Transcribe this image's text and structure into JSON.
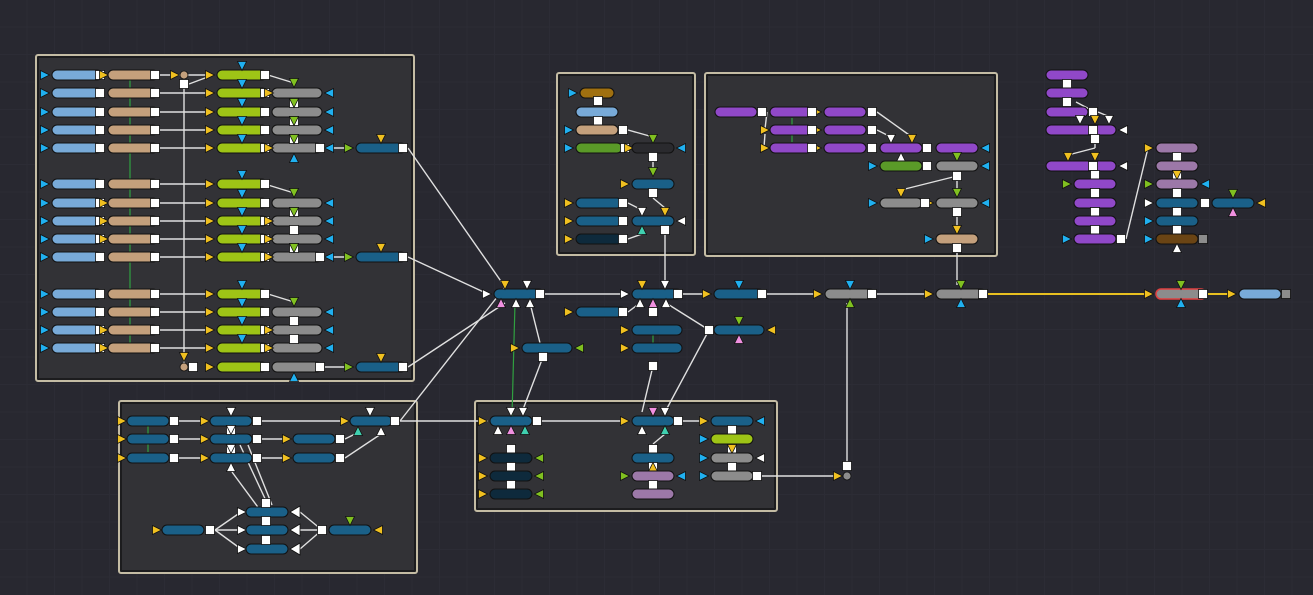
{
  "app": {
    "view": "flow-node-editor"
  },
  "colors": {
    "background": "#282830",
    "group_border": "#c4bca4",
    "group_fill": "#323236",
    "connection": "#e0e0e0",
    "main_pipe": "#e8c020",
    "selected_outline": "#e04040",
    "port_yellow": "#f0c020",
    "port_blue": "#20b0f0",
    "port_green": "#80c020",
    "port_pink": "#f090e0",
    "port_teal": "#40d0b0",
    "port_white": "#ffffff",
    "link_green": "#30a040"
  },
  "node_types": {
    "loader": "#78aad8",
    "tan": "#c4a07c",
    "lime": "#9ec416",
    "gray": "#8c8c8c",
    "blue": "#1a6088",
    "dark": "#0e2a3c",
    "purple": "#9048c8",
    "mauve": "#9c78a8",
    "green": "#5a9a28",
    "brown": "#6a4414",
    "ochre": "#a07010",
    "black": "#2a2a2e"
  },
  "groups": [
    {
      "name": "group-loaders-main"
    },
    {
      "name": "group-merge-blue"
    },
    {
      "name": "group-small-top"
    },
    {
      "name": "group-purple-top"
    },
    {
      "name": "group-bottom-center"
    }
  ],
  "selected_node": "main-output-gray",
  "zoom_label": ""
}
